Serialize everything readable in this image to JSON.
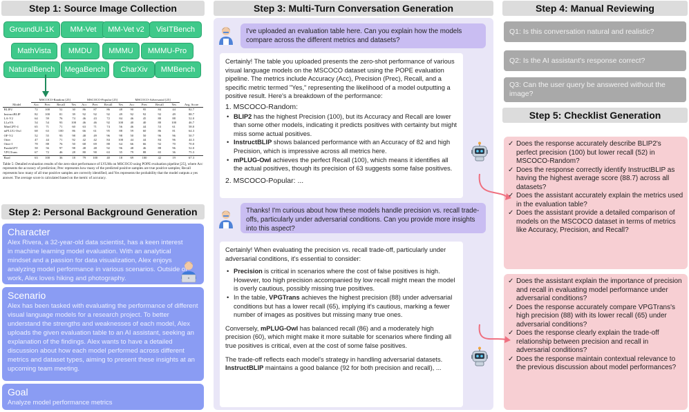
{
  "step1": {
    "title": "Step 1: Source Image Collection",
    "chips": [
      "GroundUI-1K",
      "MM-Vet",
      "MM-Vet v2",
      "VisITBench",
      "MathVista",
      "MMDU",
      "MMMU",
      "MMMU-Pro",
      "NaturalBench",
      "MegaBench",
      "CharXiv",
      "MMBench"
    ],
    "table": {
      "head_groups": [
        "MSCOCO-Random [25]",
        "MSCOCO-Popular [25]",
        "MSCOCO-Adversarial [25]"
      ],
      "cols": [
        "Model",
        "Acc",
        "Prec",
        "Recall",
        "Yes",
        "Acc",
        "Prec",
        "Recall",
        "Yes",
        "Acc",
        "Prec",
        "Recall",
        "Yes",
        "Avg. Score"
      ],
      "rows": [
        [
          "BLIP2",
          "72",
          "100",
          "52",
          "30",
          "86",
          "87",
          "86",
          "48",
          "90",
          "95",
          "84",
          "44",
          "82.7"
        ],
        [
          "InstructBLIP",
          "82",
          "100",
          "81",
          "39",
          "92",
          "92",
          "92",
          "49",
          "92",
          "92",
          "92",
          "49",
          "88.7"
        ],
        [
          "LA-V2",
          "64",
          "59",
          "76",
          "74",
          "46",
          "43",
          "72",
          "84",
          "46",
          "45",
          "80",
          "88",
          "52.0"
        ],
        [
          "LLaVA",
          "54",
          "54",
          "93",
          "100",
          "46",
          "46",
          "92",
          "100",
          "40",
          "40",
          "80",
          "100",
          "46.7"
        ],
        [
          "MiniGPT-4",
          "65",
          "71",
          "71",
          "60",
          "63",
          "71",
          "74",
          "56",
          "46",
          "44",
          "53",
          "61",
          "58.0"
        ],
        [
          "mPLUG-Owl",
          "68",
          "63",
          "100",
          "86",
          "66",
          "61",
          "95",
          "88",
          "59",
          "60",
          "86",
          "81",
          "64.3"
        ],
        [
          "OF-V2",
          "52",
          "55",
          "93",
          "98",
          "48",
          "49",
          "96",
          "98",
          "50",
          "50",
          "96",
          "96",
          "50.7"
        ],
        [
          "Otter",
          "47",
          "44",
          "71",
          "92",
          "42",
          "42",
          "84",
          "100",
          "44",
          "44",
          "84",
          "96",
          "44.3"
        ],
        [
          "Otter-I",
          "78",
          "88",
          "76",
          "50",
          "68",
          "69",
          "88",
          "64",
          "66",
          "66",
          "92",
          "70",
          "70.0"
        ],
        [
          "PandaGPT",
          "58",
          "56",
          "97",
          "98",
          "48",
          "48",
          "92",
          "96",
          "48",
          "46",
          "88",
          "96",
          "52.0"
        ],
        [
          "VPGTrans",
          "67",
          "72",
          "46",
          "28",
          "80",
          "90",
          "63",
          "35",
          "79",
          "88",
          "65",
          "36",
          "75.3"
        ],
        [
          "Bard",
          "63",
          "100",
          "36",
          "18",
          "79",
          "100",
          "40",
          "18",
          "69",
          "100",
          "42",
          "19",
          "67.3"
        ]
      ],
      "caption": "Table 5: Detailed evaluation results of the zero-shot performance of LVLMs on MSCOCO using POPE evaluation pipeline [25], where Acc represents the accuracy of prediction; Prec represents how many of the predicted positive samples are true positive samples; Recall represents how many of all true positive samples are correctly identified; and Yes represents the probability that the model outputs a yes answer. The average score is calculated based on the metric of accuracy."
    }
  },
  "step2": {
    "title": "Step 2: Personal Background Generation",
    "character": {
      "heading": "Character",
      "text": "Alex Rivera, a 32-year-old data scientist, has a keen interest in machine learning model evaluation. With an analytical mindset and a passion for data visualization, Alex enjoys analyzing model performance in various scenarios. Outside of work, Alex loves hiking and photography."
    },
    "scenario": {
      "heading": "Scenario",
      "text": "Alex has been tasked with evaluating the performance of different visual language models for a research project. To better understand the strengths and weaknesses of each model, Alex uploads the given evaluation table to an AI assistant, seeking an explanation of the findings. Alex wants to have a detailed discussion about how each model performed across different metrics and dataset types, aiming to present these insights at an upcoming team meeting."
    },
    "goal": {
      "heading": "Goal",
      "text": "Analyze model performance metrics"
    }
  },
  "step3": {
    "title": "Step 3: Multi-Turn Conversation Generation",
    "user1": "I've uploaded an evaluation table here. Can you explain how the models compare across the different metrics and datasets?",
    "asst1_intro": "Certainly! The table you uploaded presents the zero-shot performance of various visual language models on the MSCOCO dataset using the POPE evaluation pipeline. The metrics include Accuracy (Acc), Precision (Prec), Recall, and a specific metric termed \"Yes,\" representing the likelihood of a model outputting a positive result. Here's a breakdown of the performance:",
    "asst1_sec1": "1. MSCOCO-Random:",
    "asst1_b1_name": "BLIP2",
    "asst1_b1_text": " has the highest Precision (100), but its Accuracy and Recall are lower than some other models, indicating it predicts positives with certainty but might miss some actual positives.",
    "asst1_b2_name": "InstructBLIP",
    "asst1_b2_text": " shows balanced performance with an Accuracy of 82 and high Precision, which is impressive across all metrics here.",
    "asst1_b3_name": "mPLUG-Owl",
    "asst1_b3_text": " achieves the perfect Recall (100), which means it identifies all the actual positives, though its precision of 63 suggests some false positives.",
    "asst1_sec2": "2. MSCOCO-Popular: ...",
    "user2": "Thanks! I'm curious about how these models handle precision vs. recall trade-offs, particularly under adversarial conditions. Can you provide more insights into this aspect?",
    "asst2_intro": "Certainly! When evaluating the precision vs. recall trade-off, particularly under adversarial conditions, it's essential to consider:",
    "asst2_b1_name": "Precision",
    "asst2_b1_text": " is critical in scenarios where the cost of false positives is high. However, too high precision accompanied by low recall might mean the model is overly cautious, possibly missing true positives.",
    "asst2_b2_pre": "In the table, ",
    "asst2_b2_name": "VPGTrans",
    "asst2_b2_text": " achieves the highest precision (88) under adversarial conditions but has a lower recall (65), implying it's cautious, marking a fewer number of images as positives but missing many true ones.",
    "asst2_p2_pre": "Conversely, ",
    "asst2_p2_name": "mPLUG-Owl",
    "asst2_p2_text": " has balanced recall (86) and a moderately high precision (60), which might make it more suitable for scenarios where finding all true positives is critical, even at the cost of some false positives.",
    "asst2_p3_pre": "The trade-off reflects each model's strategy in handling adversarial datasets. ",
    "asst2_p3_name": "InstructBLIP",
    "asst2_p3_text": " maintains a good balance (92 for both precision and recall), ..."
  },
  "step4": {
    "title": "Step 4: Manual Reviewing",
    "questions": [
      "Q1: Is this conversation natural and realistic?",
      "Q2: Is the AI assistant's response correct?",
      "Q3: Can the user query be answered without the image?"
    ]
  },
  "step5": {
    "title": "Step 5: Checklist Generation",
    "checklist1": [
      "Does the response accurately describe BLIP2's perfect precision (100) but lower recall (52) in MSCOCO-Random?",
      "Does the response correctly identify InstructBLIP as having the highest average score (88.7) across all datasets?",
      "Does the assistant accurately explain the metrics used in the evaluation table?",
      "Does the assistant provide a detailed comparison of models on the MSCOCO dataset in terms of metrics like Accuracy, Precision, and Recall?"
    ],
    "checklist2": [
      "Does the assistant explain the importance of precision and recall in evaluating model performance under adversarial conditions?",
      "Does the response accurately compare VPGTrans's high precision (88) with its lower recall (65) under adversarial conditions?",
      "Does the response clearly explain the trade-off relationship between precision and recall in adversarial conditions?",
      "Does the response maintain contextual relevance to the previous discussion about model performances?"
    ]
  },
  "colors": {
    "chip_green": "#3fc98a",
    "persona_blue": "#8a9cf3",
    "chat_bg": "#e9e6f7",
    "user_bubble": "#c9bdf2",
    "review_gray": "#a9a9a9",
    "checklist_pink": "#f7cfd3",
    "arrow_pink": "#ef6f7f"
  }
}
